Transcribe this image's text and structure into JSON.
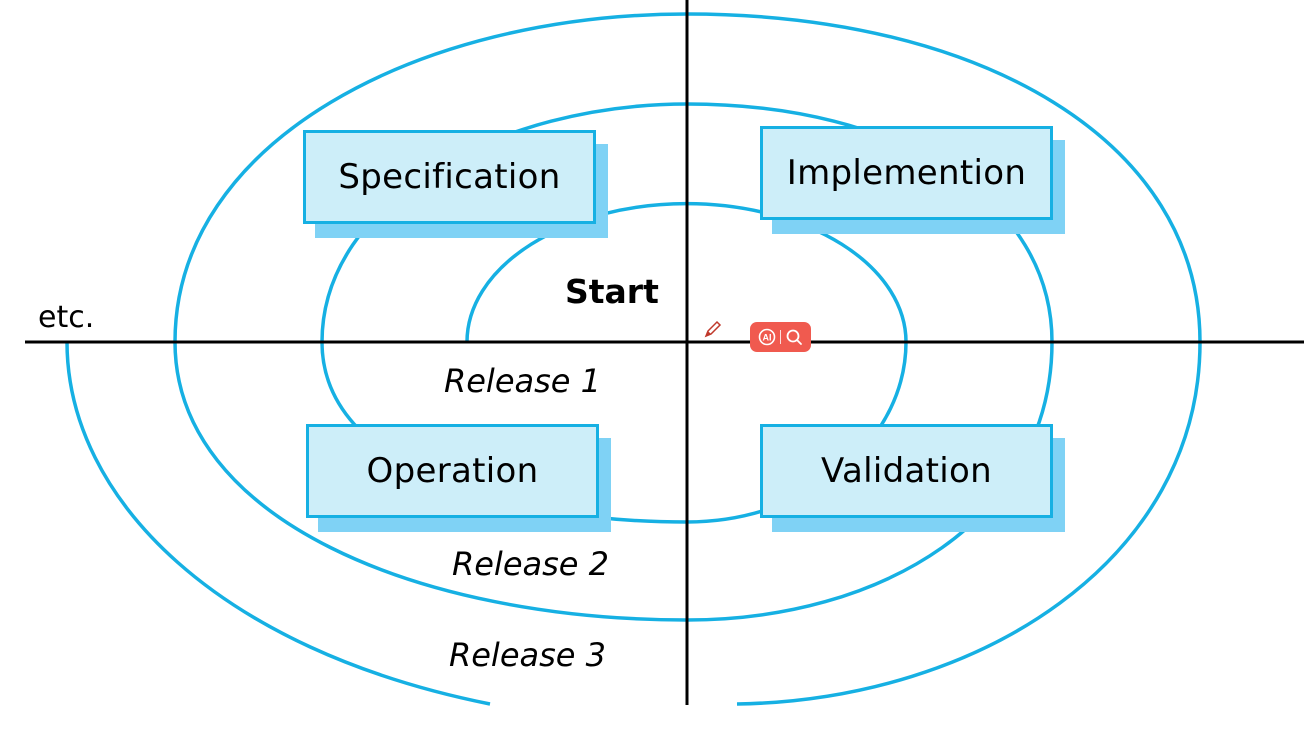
{
  "phases": {
    "specification": "Specification",
    "implementation": "Implemention",
    "operation": "Operation",
    "validation": "Validation"
  },
  "labels": {
    "start": "Start",
    "release1": "Release 1",
    "release2": "Release 2",
    "release3": "Release 3",
    "etc": "etc."
  },
  "colors": {
    "spiral": "#16b0e3",
    "box_fill": "#cdeef9",
    "box_shadow": "#7fd2f5",
    "axis": "#000000",
    "widget": "#f05a4f"
  },
  "overlay": {
    "ai_icon": "ai-icon",
    "search_icon": "search-icon",
    "cursor_icon": "pen-cursor-icon"
  }
}
